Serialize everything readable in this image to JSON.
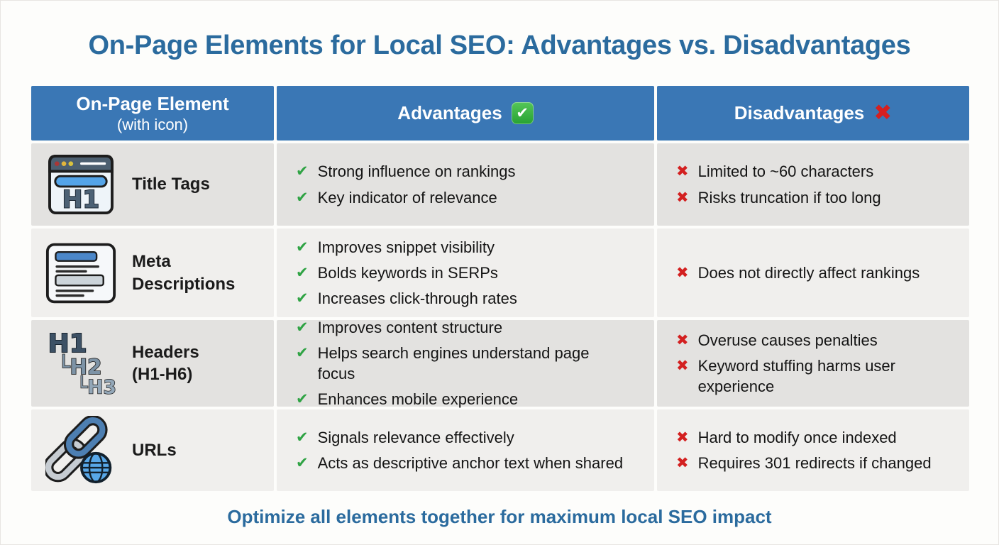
{
  "title": "On-Page Elements for Local SEO: Advantages vs. Disadvantages",
  "footer": "Optimize all elements together for maximum local SEO impact",
  "marks": {
    "check": "✔",
    "cross": "✖"
  },
  "colors": {
    "header_blue": "#3a77b5",
    "title_blue": "#2b6b9e",
    "row_gray": "#e3e2e0",
    "row_light": "#f0efed",
    "check_green": "#2fa344",
    "cross_red": "#d32020",
    "header_text": "#ffffff",
    "body_text": "#141414"
  },
  "table": {
    "headers": [
      {
        "label": "On-Page Element",
        "sub": "(with icon)"
      },
      {
        "label": "Advantages",
        "badge": "green-check"
      },
      {
        "label": "Disadvantages",
        "badge": "red-cross"
      }
    ],
    "rows": [
      {
        "key": "title-tags",
        "icon": "title-tag-browser-h1-icon",
        "name_lines": [
          "Title Tags"
        ],
        "advantages": [
          "Strong influence on rankings",
          "Key indicator of relevance"
        ],
        "disadvantages": [
          "Limited to ~60 characters",
          "Risks truncation if too long"
        ]
      },
      {
        "key": "meta-descriptions",
        "icon": "meta-description-document-icon",
        "name_lines": [
          "Meta",
          "Descriptions"
        ],
        "advantages": [
          "Improves snippet visibility",
          "Bolds keywords in SERPs",
          "Increases click-through rates"
        ],
        "disadvantages": [
          "Does not directly affect rankings"
        ]
      },
      {
        "key": "headers",
        "icon": "headers-hierarchy-icon",
        "name_lines": [
          "Headers",
          "(H1-H6)"
        ],
        "advantages": [
          "Improves content structure",
          "Helps search engines understand page focus",
          "Enhances mobile experience"
        ],
        "disadvantages": [
          "Overuse causes penalties",
          "Keyword stuffing harms user experience"
        ]
      },
      {
        "key": "urls",
        "icon": "url-link-globe-icon",
        "name_lines": [
          "URLs"
        ],
        "advantages": [
          "Signals relevance effectively",
          "Acts as descriptive anchor text when shared"
        ],
        "disadvantages": [
          "Hard to modify once indexed",
          "Requires 301 redirects if changed"
        ]
      }
    ]
  },
  "chart_data": {
    "type": "table",
    "title": "On-Page Elements for Local SEO: Advantages vs. Disadvantages",
    "columns": [
      "On-Page Element (with icon)",
      "Advantages",
      "Disadvantages"
    ],
    "rows": [
      [
        "Title Tags",
        "Strong influence on rankings; Key indicator of relevance",
        "Limited to ~60 characters; Risks truncation if too long"
      ],
      [
        "Meta Descriptions",
        "Improves snippet visibility; Bolds keywords in SERPs; Increases click-through rates",
        "Does not directly affect rankings"
      ],
      [
        "Headers (H1-H6)",
        "Improves content structure; Helps search engines understand page focus; Enhances mobile experience",
        "Overuse causes penalties; Keyword stuffing harms user experience"
      ],
      [
        "URLs",
        "Signals relevance effectively; Acts as descriptive anchor text when shared",
        "Hard to modify once indexed; Requires 301 redirects if changed"
      ]
    ],
    "caption": "Optimize all elements together for maximum local SEO impact"
  }
}
